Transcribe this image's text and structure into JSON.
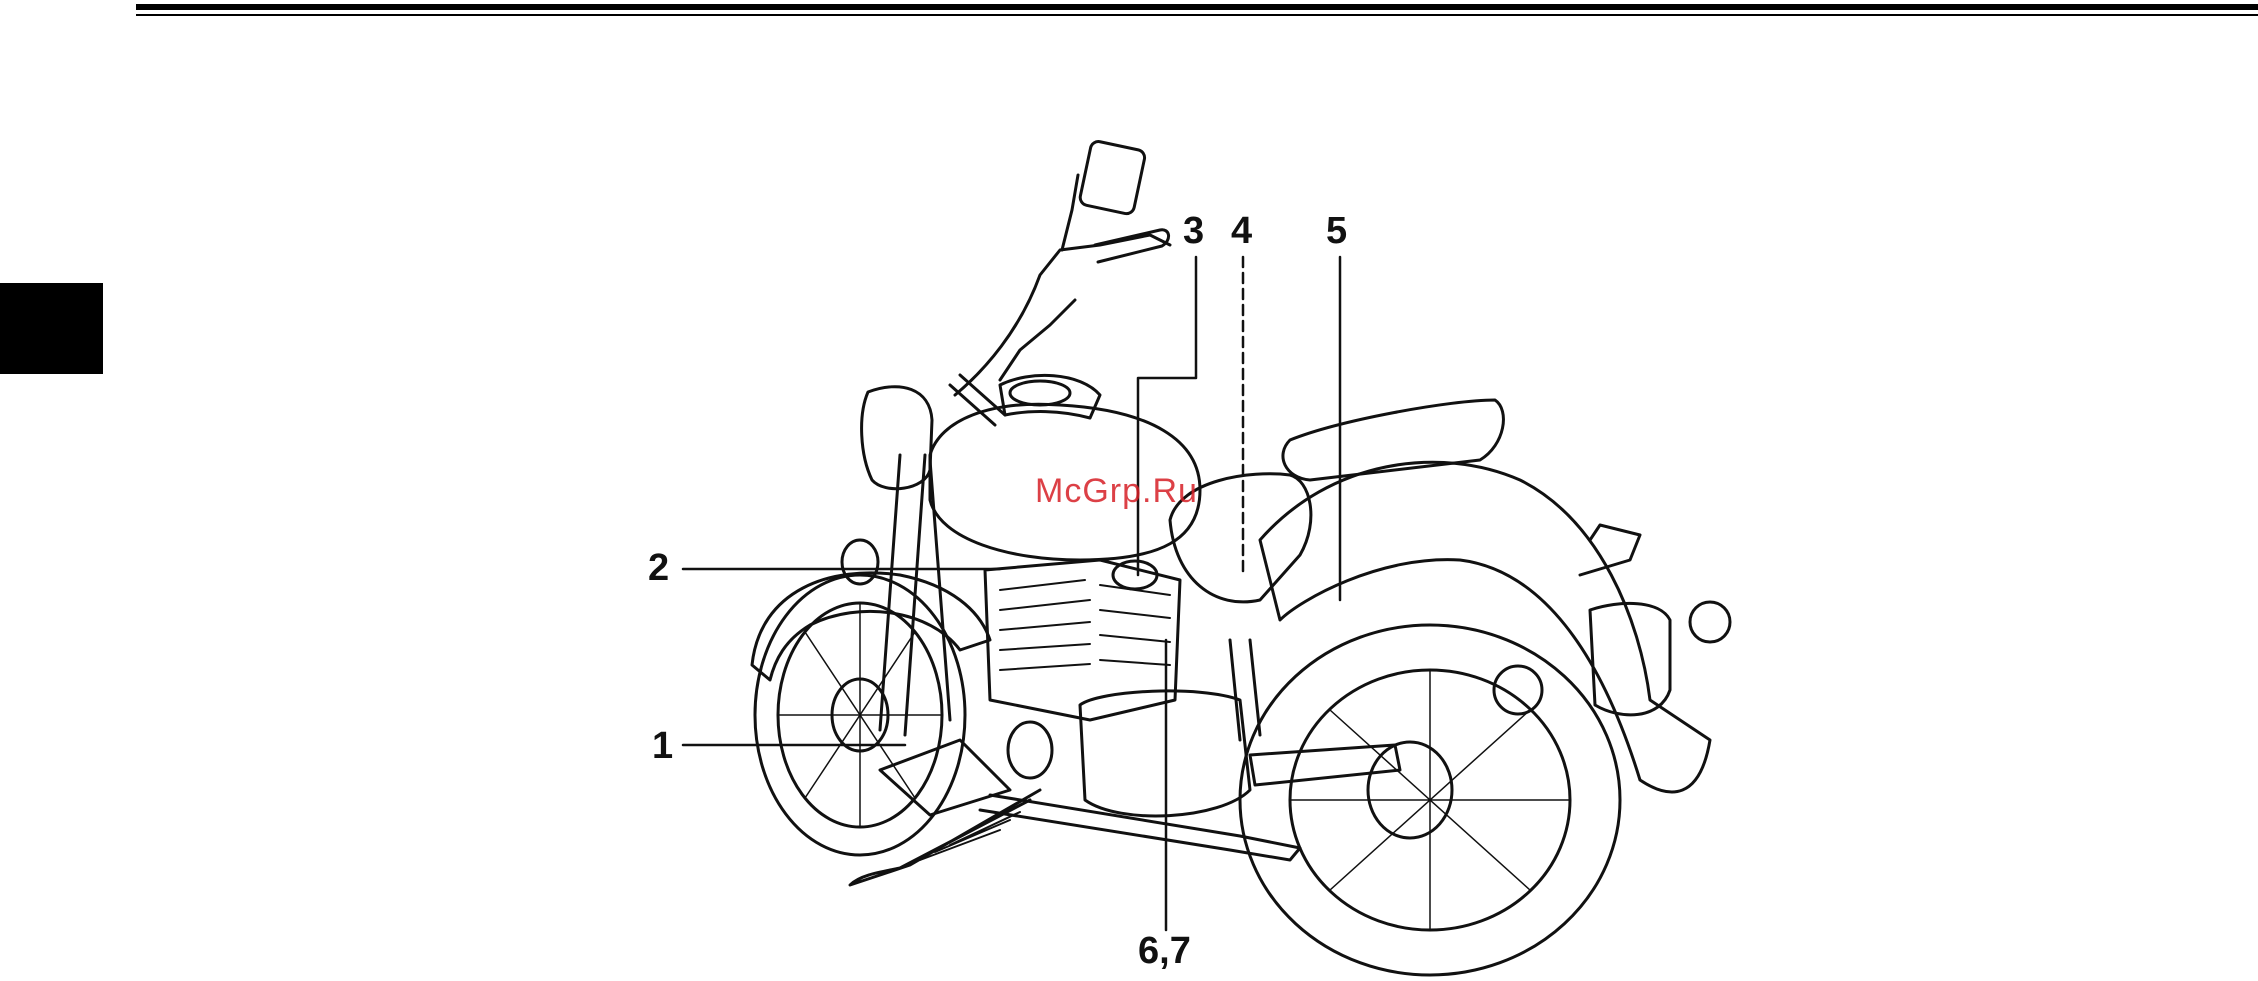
{
  "document": {
    "callouts": {
      "c1": "1",
      "c2": "2",
      "c3": "3",
      "c4": "4",
      "c5": "5",
      "c67": "6,7"
    },
    "watermark": "McGrp.Ru"
  },
  "colors": {
    "ink": "#111111",
    "rule": "#000000",
    "watermark": "#d61f26",
    "paper": "#ffffff"
  }
}
